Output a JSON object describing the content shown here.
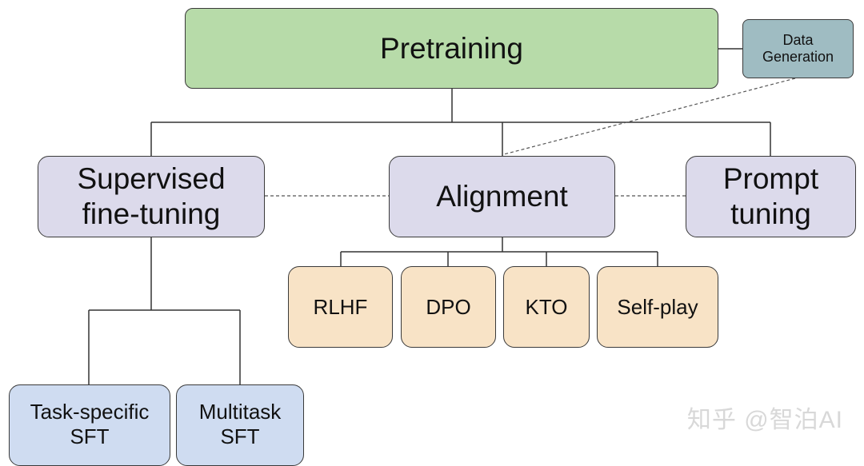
{
  "nodes": {
    "pretraining": "Pretraining",
    "data_generation": "Data\nGeneration",
    "sft": "Supervised\nfine-tuning",
    "alignment": "Alignment",
    "prompt_tuning": "Prompt\ntuning",
    "rlhf": "RLHF",
    "dpo": "DPO",
    "kto": "KTO",
    "self_play": "Self-play",
    "task_specific_sft": "Task-specific\nSFT",
    "multitask_sft": "Multitask\nSFT"
  },
  "watermark": "知乎 @智泊AI",
  "colors": {
    "pretraining": "#b7dba9",
    "data_generation": "#9fbcc2",
    "level2": "#dcdaeb",
    "alignment_methods": "#f8e3c6",
    "sft_types": "#cfdcf1"
  }
}
